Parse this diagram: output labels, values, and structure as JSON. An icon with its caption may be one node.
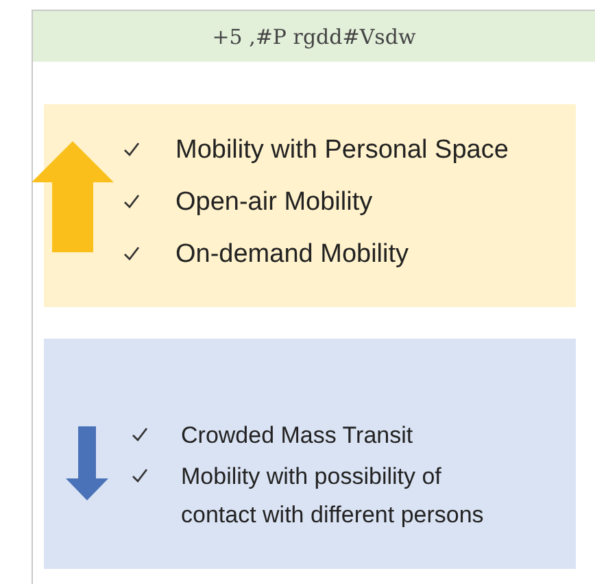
{
  "diagram": {
    "nodes": [
      {
        "text": [
          "+5 ,#P rgdd#Vsdw"
        ]
      },
      {
        "text": [
          "Mobility with Personal Space",
          "Open-air Mobility",
          "On-demand Mobility"
        ]
      },
      {
        "text": [
          "Crowded Mass Transit",
          "Mobility with possibility of contact with different persons"
        ]
      }
    ]
  }
}
